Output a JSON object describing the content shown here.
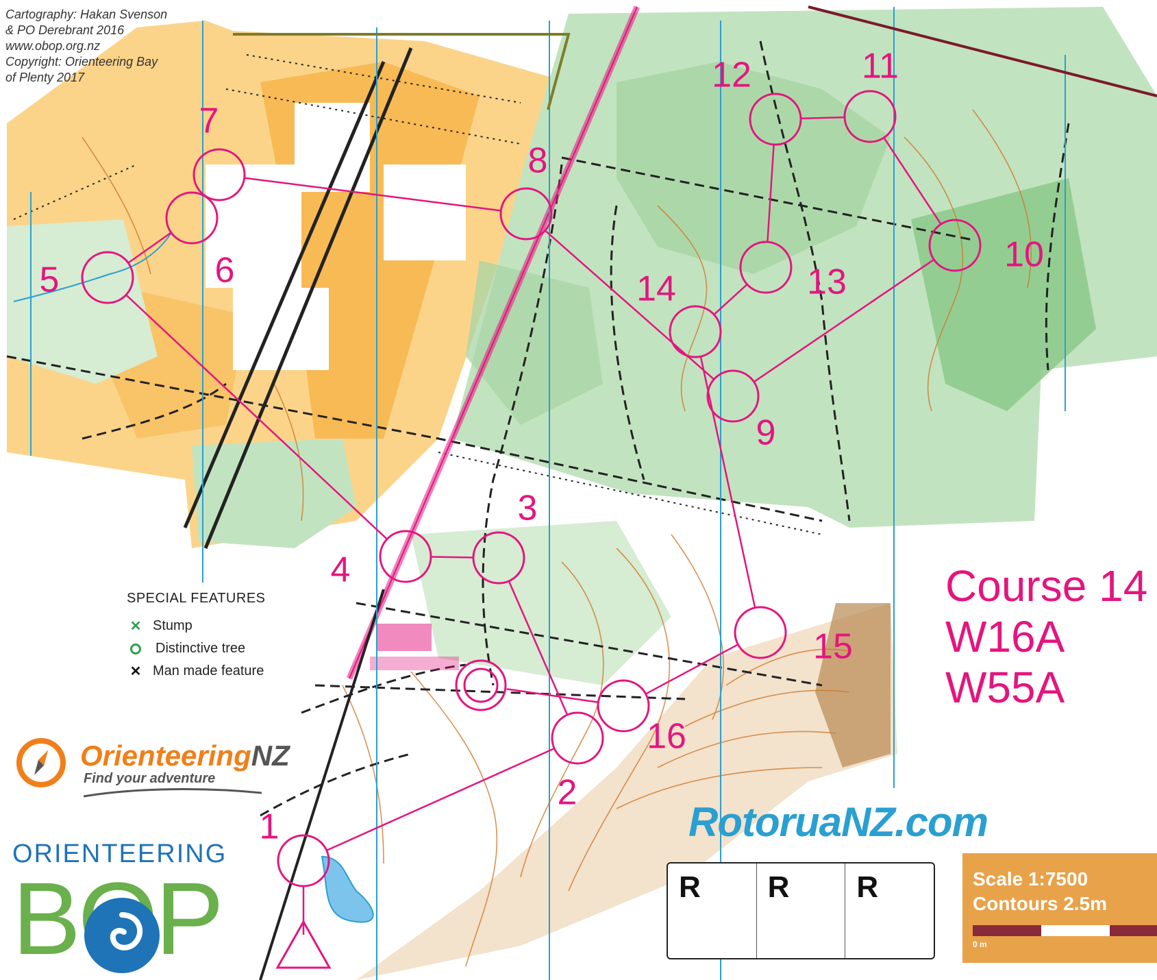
{
  "credits": {
    "line1": "Cartography: Hakan Svenson",
    "line2": "& PO Derebrant 2016",
    "line3": "www.obop.org.nz",
    "line4": "Copyright: Orienteering Bay",
    "line5": "of Plenty 2017"
  },
  "legend": {
    "title": "SPECIAL FEATURES",
    "items": [
      {
        "label": "Stump",
        "icon": "stump-x-icon",
        "color": "#2aa24a"
      },
      {
        "label": "Distinctive tree",
        "icon": "distinctive-tree-icon",
        "color": "#2aa24a"
      },
      {
        "label": "Man made feature",
        "icon": "man-made-x-icon",
        "color": "#111111"
      }
    ]
  },
  "course": {
    "name": "Course 14",
    "class1": "W16A",
    "class2": "W55A",
    "course_color": "#e4157f",
    "controls": [
      {
        "number": "1"
      },
      {
        "number": "2"
      },
      {
        "number": "3"
      },
      {
        "number": "4"
      },
      {
        "number": "5"
      },
      {
        "number": "6"
      },
      {
        "number": "7"
      },
      {
        "number": "8"
      },
      {
        "number": "9"
      },
      {
        "number": "10"
      },
      {
        "number": "11"
      },
      {
        "number": "12"
      },
      {
        "number": "13"
      },
      {
        "number": "14"
      },
      {
        "number": "15"
      },
      {
        "number": "16"
      }
    ]
  },
  "sponsor": {
    "website": "RotoruaNZ.com"
  },
  "rrr": {
    "c1": "R",
    "c2": "R",
    "c3": "R"
  },
  "scale": {
    "scale_text": "Scale 1:7500",
    "contours_text": "Contours 2.5m",
    "zero_label": "0 m"
  },
  "logos": {
    "onz_name_main": "Orienteering",
    "onz_name_suffix": "NZ",
    "onz_tagline": "Find your adventure",
    "bop_small": "ORIENTEERING",
    "bop_big": "BOP"
  },
  "colors": {
    "open_land": "#f7b54a",
    "forest": "#c2e3c0",
    "dense_forest": "#8cc98a",
    "contour": "#d0782a",
    "magnetic_north": "#2a9fd2",
    "course": "#e4157f"
  }
}
